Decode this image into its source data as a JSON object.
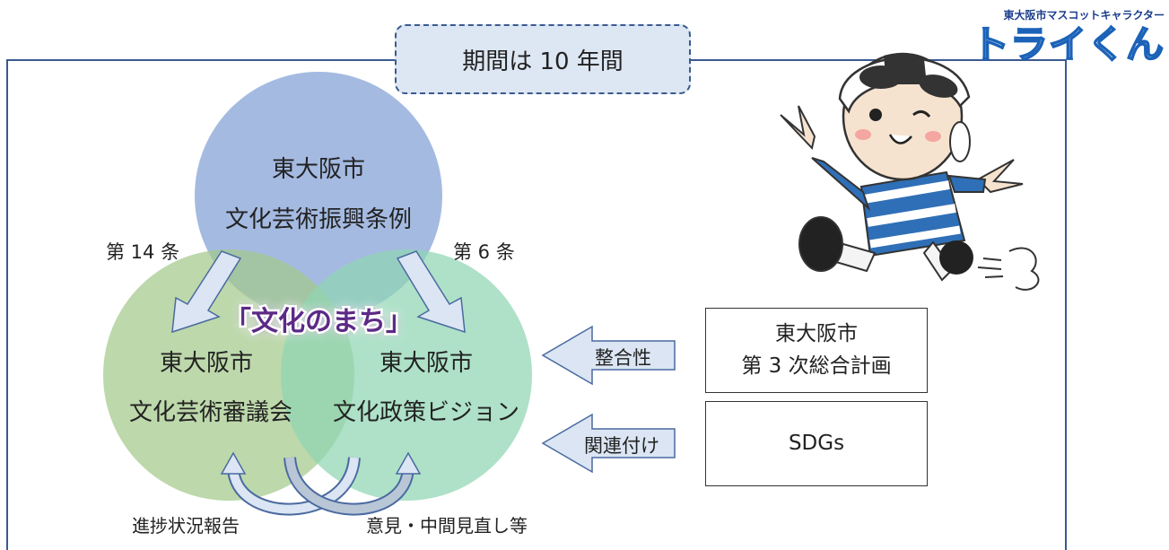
{
  "period_label": "期間は 10 年間",
  "ordinance": {
    "line1": "東大阪市",
    "line2": "文化芸術振興条例"
  },
  "council": {
    "line1": "東大阪市",
    "line2": "文化芸術審議会"
  },
  "vision": {
    "line1": "東大阪市",
    "line2": "文化政策ビジョン"
  },
  "center_label": "「文化のまち」",
  "article_left": "第 14 条",
  "article_right": "第 6 条",
  "bottom_left": "進捗状況報告",
  "bottom_right": "意見・中間見直し等",
  "consistency_label": "整合性",
  "relation_label": "関連付け",
  "plan": {
    "line1": "東大阪市",
    "line2": "第 3 次総合計画"
  },
  "sdgs_label": "SDGs",
  "mascot": {
    "caption": "東大阪市マスコットキャラクター",
    "name": "トライくん"
  },
  "colors": {
    "frame": "#3a5a8f",
    "ordinance_circle": "#8aa6d8",
    "council_circle": "#a4c98a",
    "vision_circle": "#8fd5b3",
    "arrow_fill": "#dbe5f3",
    "arrow_stroke": "#4a6aa0",
    "center_text": "#5b2a86",
    "center_glow": "#e6d6ff"
  }
}
